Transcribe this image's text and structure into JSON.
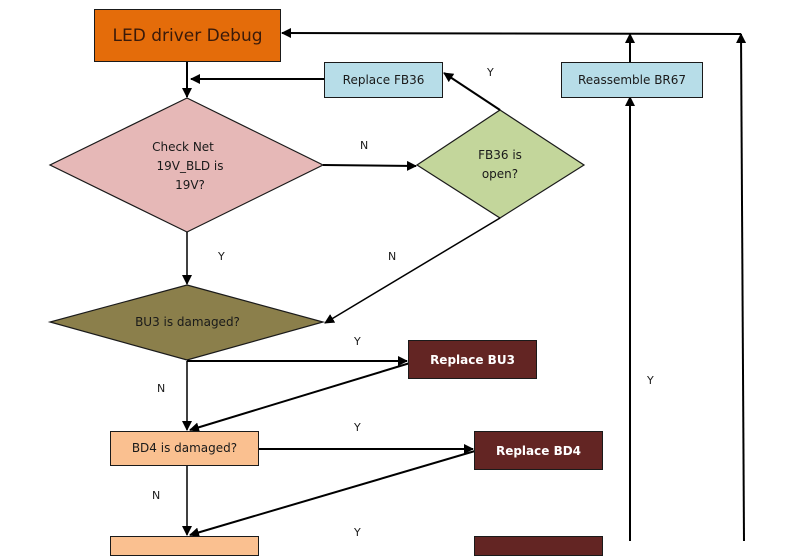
{
  "title": "LED driver Debug",
  "nodes": {
    "start": {
      "label": "LED driver Debug",
      "color": "#e46c0a"
    },
    "check_net": {
      "lines": [
        "Check Net",
        "19V_BLD is",
        "19V?"
      ],
      "color": "#e6b8b7"
    },
    "fb36_open": {
      "lines": [
        "FB36 is",
        "open?"
      ],
      "color": "#c3d69b"
    },
    "replace_fb36": {
      "label": "Replace FB36",
      "color": "#b7dde8"
    },
    "reassemble_br67": {
      "label": "Reassemble BR67",
      "color": "#b7dde8"
    },
    "bu3_damaged": {
      "label": "BU3 is damaged?",
      "color": "#8b7f4b"
    },
    "replace_bu3": {
      "label": "Replace BU3",
      "color": "#632523"
    },
    "bd4_damaged": {
      "label": "BD4 is damaged?",
      "color": "#fac090"
    },
    "replace_bd4": {
      "label": "Replace BD4",
      "color": "#632523"
    },
    "next_check": {
      "label": "",
      "color": "#fac090"
    },
    "next_replace": {
      "label": "",
      "color": "#632523"
    }
  },
  "edge_labels": {
    "check_to_fb36": "N",
    "fb36_to_replace": "Y",
    "check_to_bu3": "Y",
    "fb36_to_bu3": "N",
    "bu3_to_replace": "Y",
    "bu3_to_bd4": "N",
    "bd4_to_replace": "Y",
    "bd4_to_next": "N",
    "next_to_replace": "Y",
    "reassemble_loop": "Y"
  }
}
